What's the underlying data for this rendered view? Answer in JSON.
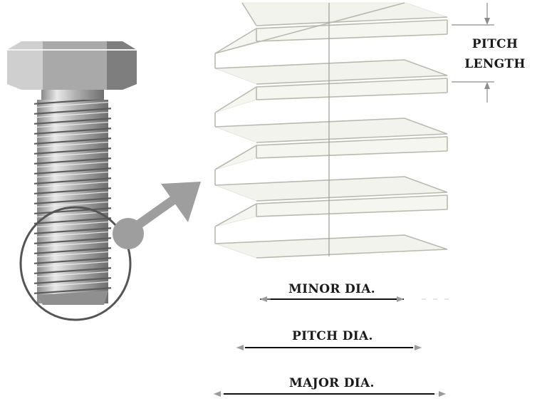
{
  "labels": {
    "pitch_length_line1": "PITCH",
    "pitch_length_line2": "LENGTH",
    "minor_dia": "MINOR DIA.",
    "pitch_dia": "PITCH DIA.",
    "major_dia": "MAJOR DIA."
  },
  "colors": {
    "bolt_metal": "#9a9a9a",
    "bolt_highlight": "#e6e6e6",
    "arrow_gray": "#9e9e9e",
    "thread_line": "#b9b9ae",
    "dim_line": "#111111"
  }
}
